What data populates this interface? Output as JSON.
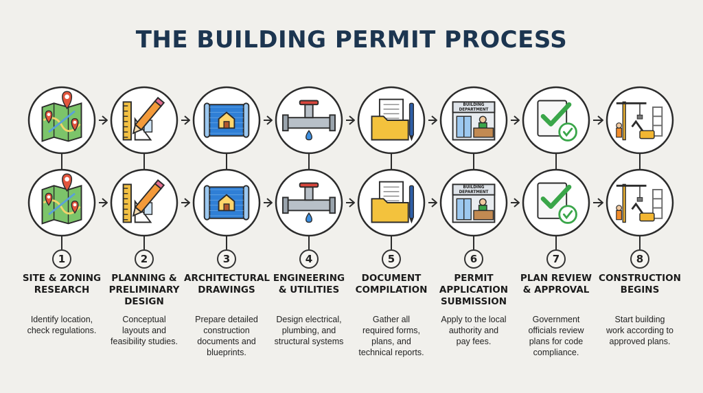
{
  "title": "THE BUILDING PERMIT PROCESS",
  "steps": [
    {
      "num": "1",
      "name": "SITE & ZONING\nRESEARCH",
      "desc": "Identify location,\ncheck regulations.",
      "icon": "map-pin-icon"
    },
    {
      "num": "2",
      "name": "PLANNING &\nPRELIMINARY\nDESIGN",
      "desc": "Conceptual\nlayouts and\nfeasibility studies.",
      "icon": "ruler-pencil-icon"
    },
    {
      "num": "3",
      "name": "ARCHITECTURAL\nDRAWINGS",
      "desc": "Prepare detailed\nconstruction\ndocuments and\nblueprints.",
      "icon": "blueprint-icon"
    },
    {
      "num": "4",
      "name": "ENGINEERING\n& UTILITIES",
      "desc": "Design electrical,\nplumbing, and\nstructural systems",
      "icon": "pipe-valve-icon"
    },
    {
      "num": "5",
      "name": "DOCUMENT\nCOMPILATION",
      "desc": "Gather all\nrequired forms,\nplans, and\ntechnical reports.",
      "icon": "folder-icon"
    },
    {
      "num": "6",
      "name": "PERMIT\nAPPLICATION\nSUBMISSION",
      "desc": "Apply to the local\nauthority and\npay fees.",
      "icon": "building-department-icon"
    },
    {
      "num": "7",
      "name": "PLAN REVIEW\n& APPROVAL",
      "desc": "Government\nofficials review\nplans for code\ncompliance.",
      "icon": "checkmark-icon"
    },
    {
      "num": "8",
      "name": "CONSTRUCTION\nBEGINS",
      "desc": "Start building\nwork according to\napproved plans.",
      "icon": "crane-icon"
    }
  ],
  "icon_labels": {
    "building_department": "BUILDING\nDEPARTMENT"
  },
  "colors": {
    "title": "#1c3550",
    "circle_stroke": "#2b2b2b",
    "map_green": "#7cc46a",
    "pin_red": "#e2553d",
    "blueprint": "#2f7fd6",
    "folder": "#f3c23d",
    "check_green": "#3aa64a",
    "crane_yellow": "#f2b632"
  }
}
